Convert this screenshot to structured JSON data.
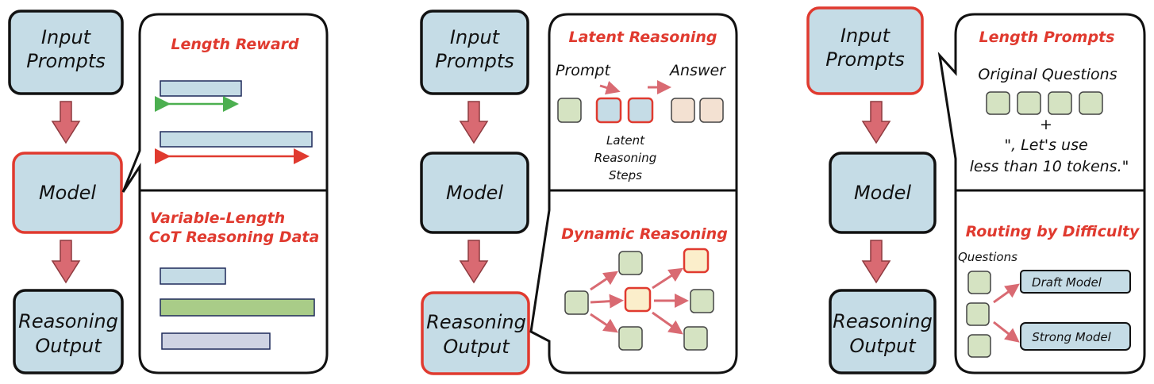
{
  "panel1": {
    "flow": {
      "input": [
        "Input",
        "Prompts"
      ],
      "model": "Model",
      "output": [
        "Reasoning",
        "Output"
      ]
    },
    "top_title": "Length Reward",
    "bottom_title": [
      "Variable-Length",
      "CoT Reasoning Data"
    ]
  },
  "panel2": {
    "flow": {
      "input": [
        "Input",
        "Prompts"
      ],
      "model": "Model",
      "output": [
        "Reasoning",
        "Output"
      ]
    },
    "top_title": "Latent Reasoning",
    "prompt_label": "Prompt",
    "answer_label": "Answer",
    "latent_caption": [
      "Latent",
      "Reasoning",
      "Steps"
    ],
    "bottom_title": "Dynamic Reasoning"
  },
  "panel3": {
    "flow": {
      "input": [
        "Input",
        "Prompts"
      ],
      "model": "Model",
      "output": [
        "Reasoning",
        "Output"
      ]
    },
    "top_title": "Length Prompts",
    "original_questions": "Original Questions",
    "plus": "+",
    "prompt_suffix": [
      "\", Let's use",
      "less than 10 tokens.\""
    ],
    "bottom_title": "Routing by Difficulty",
    "questions_label": "Questions",
    "draft_model": "Draft  Model",
    "strong_model": "Strong Model"
  },
  "colors": {
    "box_blue": "#c5dce6",
    "highlight_red": "#e03a2f",
    "token_green": "#d5e3c2",
    "token_peach": "#f3e1d2",
    "token_yellow": "#fbeecb",
    "bar_blue": "#c5dce6",
    "bar_green": "#a9cc88",
    "bar_lavender": "#cfd3e3",
    "arrow_green": "#4caf50",
    "flow_arrow": "#d96a72"
  }
}
